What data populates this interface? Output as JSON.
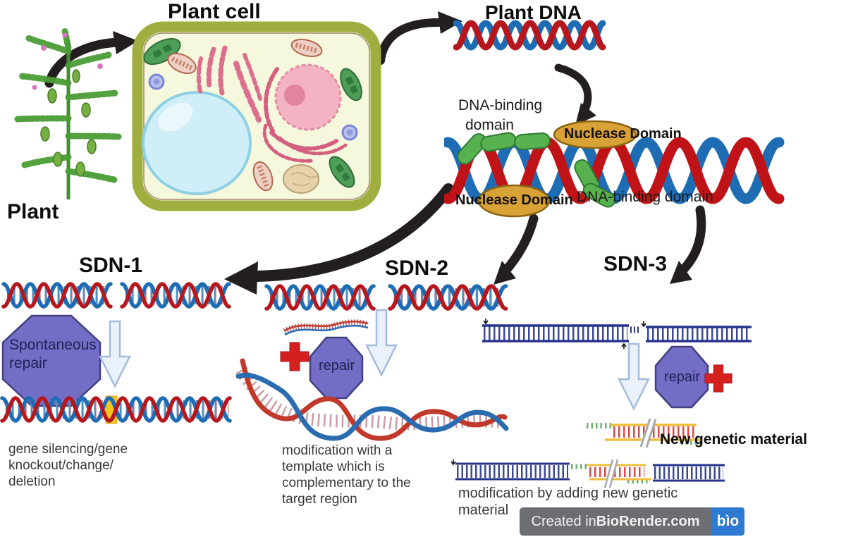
{
  "header": {
    "plant_label": "Plant",
    "plant_cell_title": "Plant cell",
    "plant_dna_title": "Plant DNA"
  },
  "complex": {
    "dna_binding_left_line1": "DNA-binding",
    "dna_binding_left_line2": "domain",
    "nuclease_top": "Nuclease Domain",
    "nuclease_bottom": "Nuclease Domain",
    "dna_binding_right": "DNA-binding domain"
  },
  "sdn1": {
    "title": "SDN-1",
    "repair_line1": "Spontaneous",
    "repair_line2": "repair",
    "outcome": [
      "gene silencing/gene",
      "knockout/change/",
      "deletion"
    ]
  },
  "sdn2": {
    "title": "SDN-2",
    "repair_label": "repair",
    "outcome": [
      "modification with a",
      "template which is",
      "complementary to the",
      "target region"
    ]
  },
  "sdn3": {
    "title": "SDN-3",
    "repair_label": "repair",
    "new_material_label": "New genetic material",
    "outcome": [
      "modification by adding new genetic",
      "material"
    ]
  },
  "footer": {
    "created_prefix": "Created in ",
    "brand": "BioRender.com",
    "logo": "bìo"
  },
  "colors": {
    "dna_red": "#b5171d",
    "dna_blue": "#1e6db4",
    "nuclease_gold": "#d9a236",
    "binding_green": "#57b14e",
    "repair_purple": "#736dc6",
    "arrow_black": "#231f20",
    "cell_wall_olive": "#9fae3e",
    "ladder_navy": "#27348b",
    "insert_yellow": "#f0be3c",
    "insert_red": "#dd4a4a",
    "insert_green": "#6fae6f",
    "plus_red": "#d6201f",
    "banner_grey": "#6d6e71",
    "logo_blue": "#2f7ad1"
  }
}
